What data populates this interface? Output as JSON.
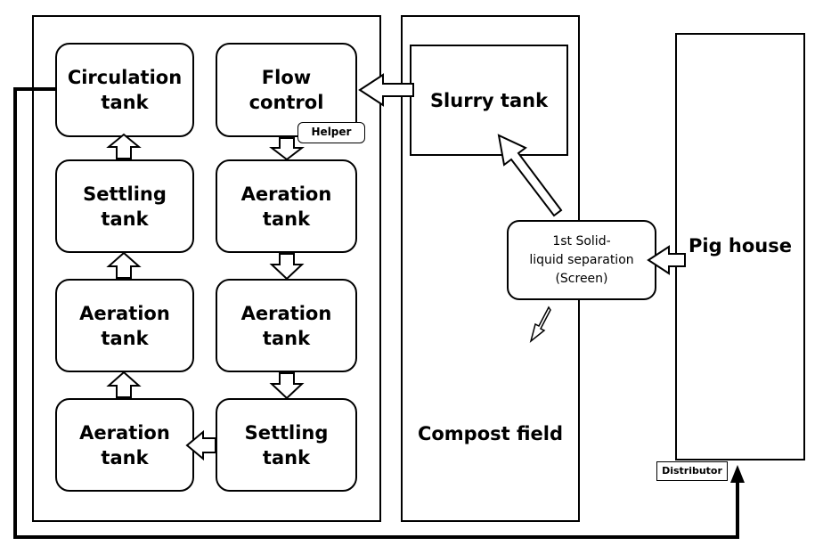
{
  "tanks": {
    "circulation": "Circulation\ntank",
    "flow_control": "Flow\ncontrol",
    "settling_left": "Settling\ntank",
    "aeration_right_1": "Aeration\ntank",
    "aeration_left_1": "Aeration\ntank",
    "aeration_right_2": "Aeration\ntank",
    "aeration_left_2": "Aeration\ntank",
    "settling_right": "Settling\ntank"
  },
  "slurry_tank": "Slurry tank",
  "compost_field": "Compost field",
  "pig_house": "Pig house",
  "separation": "1st Solid-\nliquid separation\n(Screen)",
  "helper": "Helper",
  "distributor": "Distributor"
}
